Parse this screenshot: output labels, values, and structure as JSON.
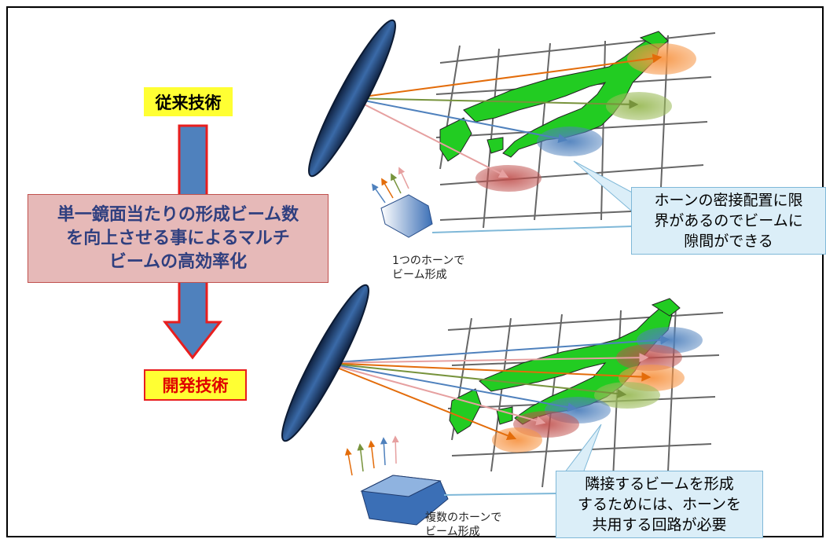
{
  "labels": {
    "conventional": "従来技術",
    "developed": "開発技術"
  },
  "main_box": {
    "line1": "単一鏡面当たりの形成ビーム数",
    "line2": "を向上させる事によるマルチ",
    "line3": "ビームの高効率化"
  },
  "callouts": {
    "top": [
      "ホーンの密接配置に限",
      "界があるのでビームに",
      "隙間ができる"
    ],
    "bottom": [
      "隣接するビームを形成",
      "するためには、ホーンを",
      "共用する回路が必要"
    ]
  },
  "captions": {
    "top": [
      "1つのホーンで",
      "ビーム形成"
    ],
    "bottom": [
      "複数のホーンで",
      "ビーム形成"
    ]
  },
  "colors": {
    "land": "#22cc22",
    "reflector": "#1f3b6e",
    "arrow": "#4f81bd",
    "label_bg": "#ffff33",
    "label_red_text": "#e00000",
    "mainbox_bg": "#e6b9b8",
    "callout_bg": "#dbeef8",
    "beam_orange": "#f79646",
    "beam_green": "#9bbb59",
    "beam_blue": "#4f81bd",
    "beam_red": "#c0504d"
  }
}
